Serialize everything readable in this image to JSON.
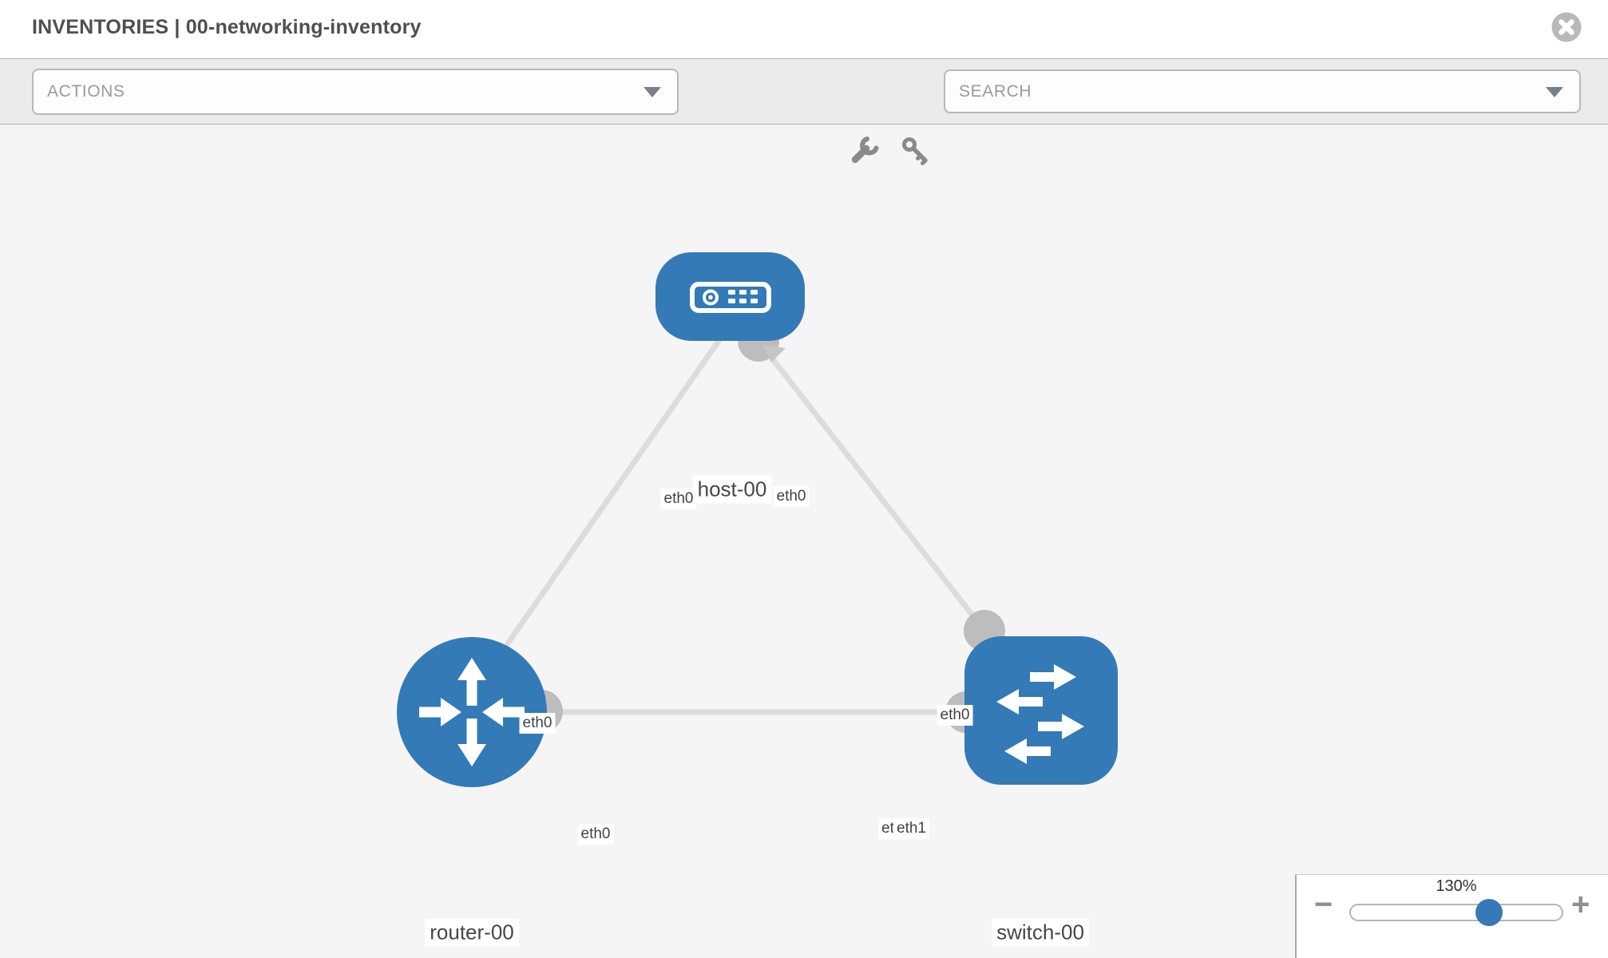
{
  "header": {
    "title": "INVENTORIES | 00-networking-inventory"
  },
  "toolbar": {
    "actions_label": "ACTIONS",
    "search_placeholder": "SEARCH",
    "icons": [
      "wrench-icon",
      "key-icon"
    ]
  },
  "diagram": {
    "nodes": {
      "host": {
        "label": "host-00",
        "type": "host"
      },
      "router": {
        "label": "router-00",
        "type": "router"
      },
      "switch": {
        "label": "switch-00",
        "type": "switch"
      }
    },
    "ports": {
      "host_left": "eth0",
      "host_right": "eth0",
      "link_host_router": "eth0",
      "link_host_switch": "eth0",
      "router_port": "eth0",
      "switch_port_back": "eth0",
      "switch_port_front": "eth1"
    },
    "links": [
      {
        "from": "host-00",
        "to": "router-00"
      },
      {
        "from": "host-00",
        "to": "switch-00"
      },
      {
        "from": "router-00",
        "to": "switch-00"
      }
    ]
  },
  "zoom_panel": {
    "level": "130%",
    "minus_label": "−",
    "plus_label": "+"
  },
  "colors": {
    "node_blue": "#337ab7",
    "link_gray": "#dcdcdc",
    "endpoint_gray": "#bdbdbd",
    "toolbar_bg": "#ebebeb",
    "canvas_bg": "#f5f5f5",
    "label_text": "#474747"
  }
}
